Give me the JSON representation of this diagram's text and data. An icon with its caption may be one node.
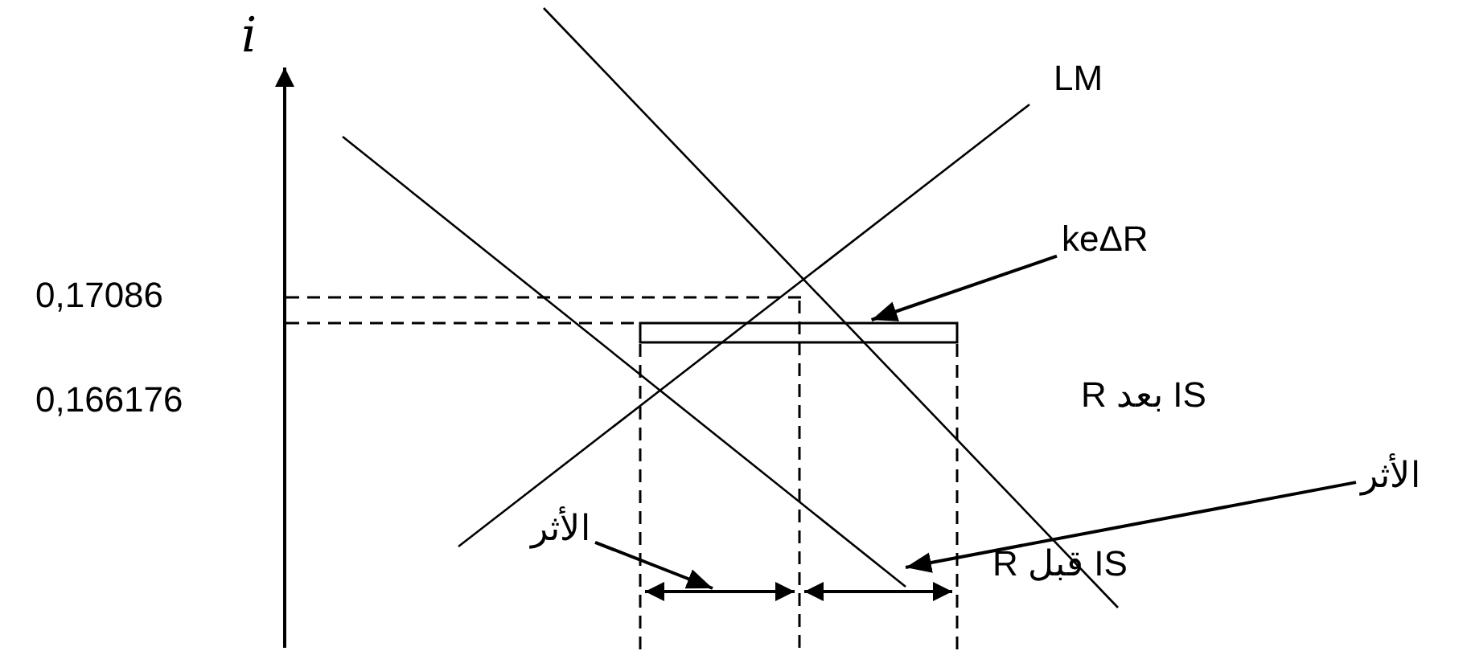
{
  "diagram": {
    "nodes": [
      {
        "text": [
          "keΔR"
        ]
      },
      {
        "text": [],
        "shape": "box"
      },
      {
        "text": [
          "الأثر"
        ]
      },
      {
        "text": [
          "الأثر"
        ]
      }
    ],
    "edges": [
      {
        "from": 0,
        "to": 1,
        "arrow": "to"
      },
      {
        "from": 2,
        "to": null,
        "arrow": "to"
      },
      {
        "from": 3,
        "to": null,
        "arrow": "to"
      }
    ],
    "labels": [
      "𝑖",
      "LM",
      "0,17086",
      "0,166176",
      "R بعد IS",
      "R قبل IS"
    ]
  }
}
